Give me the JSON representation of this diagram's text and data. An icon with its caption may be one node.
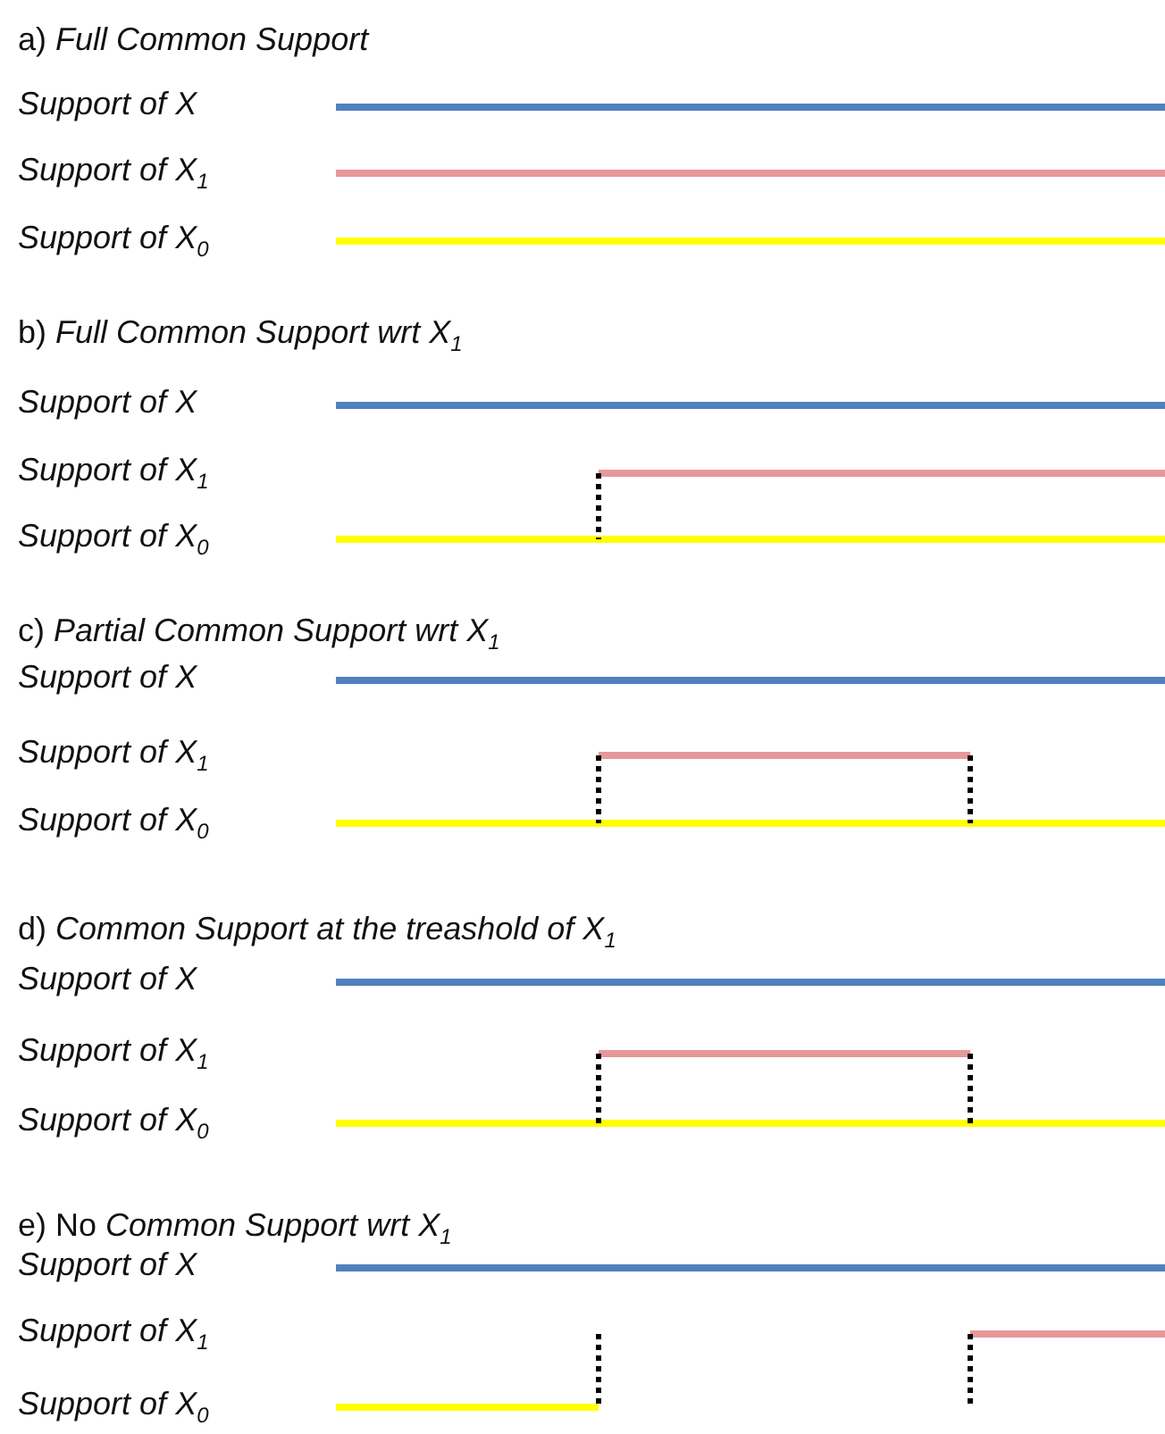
{
  "diagram": {
    "labels": [
      "a) *Full Common Support*",
      "Support of *X*",
      "Support of *X*$_{1}$",
      "Support of *X*$_{0}$",
      "b) *Full Common Support wrt X*$_{1}$",
      "Support of *X*",
      "Support of *X*$_{1}$",
      "Support of *X*$_{0}$",
      "c) *Partial Common Support wrt X*$_{1}$",
      "Support of *X*",
      "Support of *X*$_{1}$",
      "Support of *X*$_{0}$",
      "d) *Common Support at the treashold of X*$_{1}$",
      "Support of *X*",
      "Support of *X*$_{1}$",
      "Support of *X*$_{0}$",
      "e) No *Common Support wrt X*$_{1}$",
      "Support of *X*",
      "Support of *X*$_{1}$",
      "Support of *X*$_{0}$"
    ]
  }
}
